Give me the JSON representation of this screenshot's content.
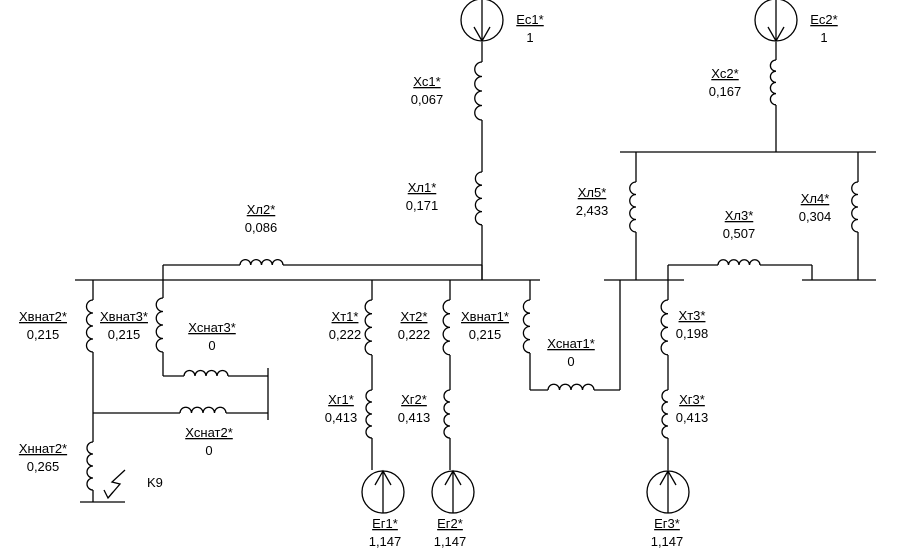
{
  "elements": [
    {
      "id": "ec1",
      "name": "Ec1*",
      "value": "1"
    },
    {
      "id": "ec2",
      "name": "Ec2*",
      "value": "1"
    },
    {
      "id": "xc1",
      "name": "Xc1*",
      "value": "0,067"
    },
    {
      "id": "xc2",
      "name": "Xc2*",
      "value": "0,167"
    },
    {
      "id": "xl1",
      "name": "Xл1*",
      "value": "0,171"
    },
    {
      "id": "xl2",
      "name": "Xл2*",
      "value": "0,086"
    },
    {
      "id": "xl3",
      "name": "Xл3*",
      "value": "0,507"
    },
    {
      "id": "xl4",
      "name": "Xл4*",
      "value": "0,304"
    },
    {
      "id": "xl5",
      "name": "Xл5*",
      "value": "2,433"
    },
    {
      "id": "xt1",
      "name": "Xт1*",
      "value": "0,222"
    },
    {
      "id": "xt2",
      "name": "Xт2*",
      "value": "0,222"
    },
    {
      "id": "xt3",
      "name": "Xт3*",
      "value": "0,198"
    },
    {
      "id": "xg1",
      "name": "Xг1*",
      "value": "0,413"
    },
    {
      "id": "xg2",
      "name": "Xг2*",
      "value": "0,413"
    },
    {
      "id": "xg3",
      "name": "Xг3*",
      "value": "0,413"
    },
    {
      "id": "xvnat1",
      "name": "Xвнат1*",
      "value": "0,215"
    },
    {
      "id": "xvnat2",
      "name": "Xвнат2*",
      "value": "0,215"
    },
    {
      "id": "xvnat3",
      "name": "Xвнат3*",
      "value": "0,215"
    },
    {
      "id": "xsnat1",
      "name": "Xснат1*",
      "value": "0"
    },
    {
      "id": "xsnat2",
      "name": "Xснат2*",
      "value": "0"
    },
    {
      "id": "xsnat3",
      "name": "Xснат3*",
      "value": "0"
    },
    {
      "id": "xnnat2",
      "name": "Xннат2*",
      "value": "0,265"
    },
    {
      "id": "eg1",
      "name": "Eг1*",
      "value": "1,147"
    },
    {
      "id": "eg2",
      "name": "Eг2*",
      "value": "1,147"
    },
    {
      "id": "eg3",
      "name": "Eг3*",
      "value": "1,147"
    }
  ],
  "fault_label": "K9"
}
